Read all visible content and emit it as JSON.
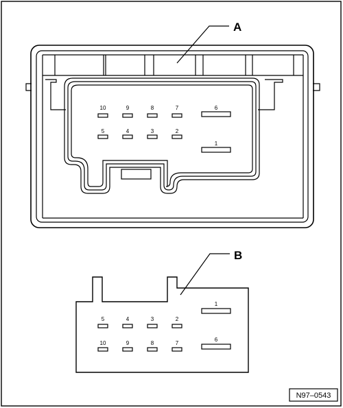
{
  "callouts": {
    "a": "A",
    "b": "B"
  },
  "connector_a": {
    "pins_top_row": [
      "10",
      "9",
      "8",
      "7"
    ],
    "pins_bottom_row": [
      "5",
      "4",
      "3",
      "2"
    ],
    "pin_wide_top": "6",
    "pin_wide_bottom": "1"
  },
  "connector_b": {
    "pins_top_row": [
      "5",
      "4",
      "3",
      "2"
    ],
    "pins_bottom_row": [
      "10",
      "9",
      "8",
      "7"
    ],
    "pin_wide_top": "1",
    "pin_wide_bottom": "6"
  },
  "reference_code": "N97–0543",
  "colors": {
    "line": "#000000",
    "background": "#ffffff"
  }
}
